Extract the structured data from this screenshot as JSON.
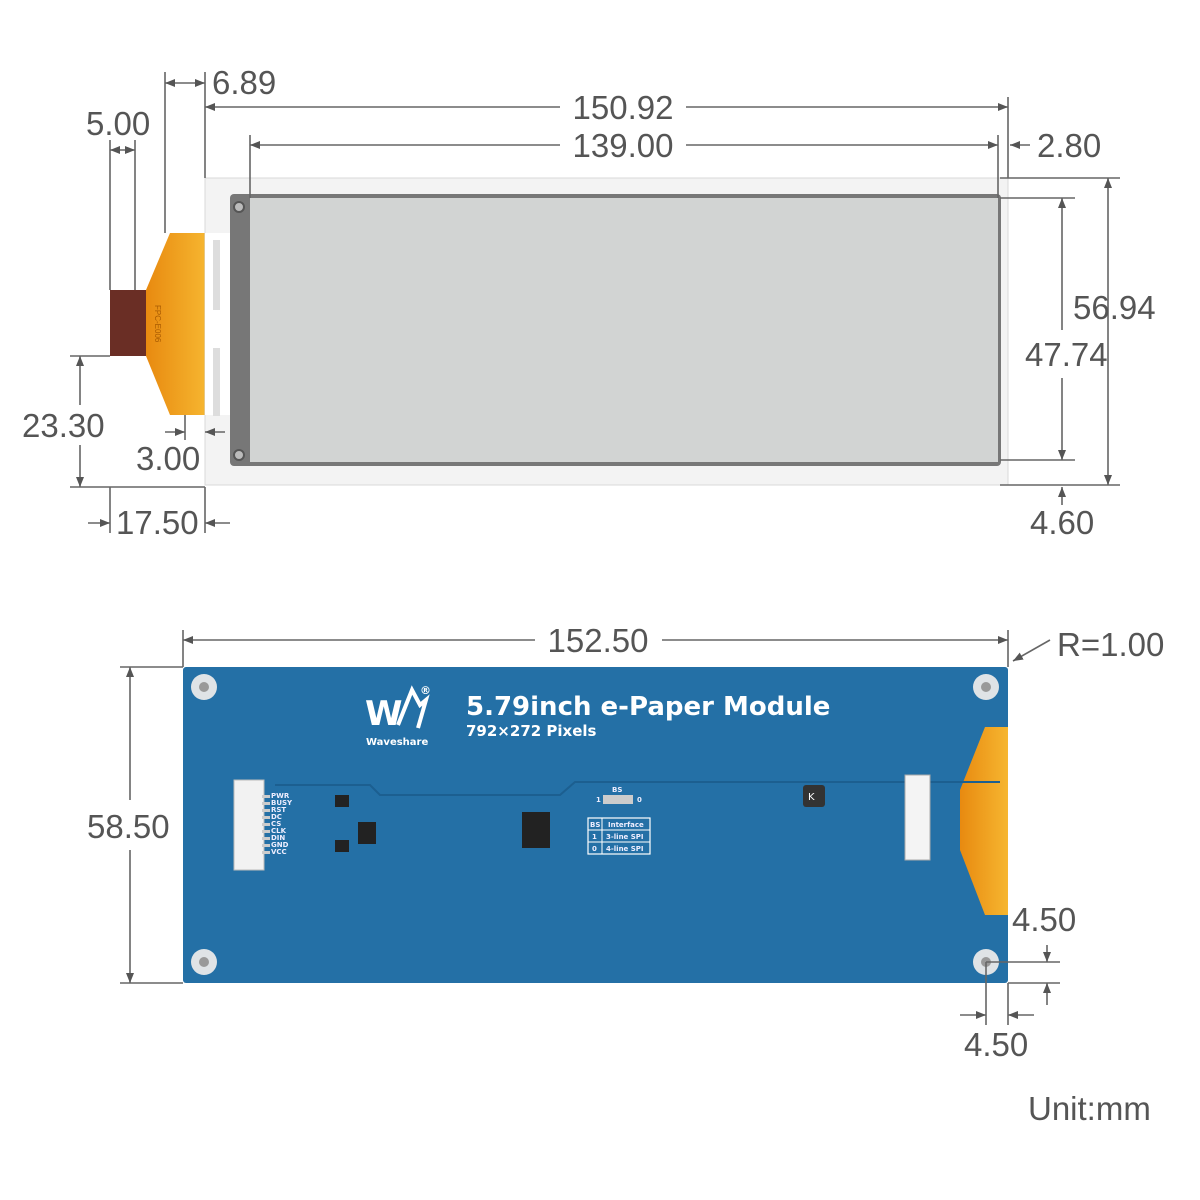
{
  "top_view": {
    "dimensions": {
      "fpc_offset": "6.89",
      "connector_width": "5.00",
      "outline_width": "150.92",
      "active_width": "139.00",
      "right_margin": "2.80",
      "outline_height": "56.94",
      "active_height": "47.74",
      "connector_bottom": "23.30",
      "fpc_bend": "3.00",
      "fpc_length": "17.50",
      "bottom_margin": "4.60"
    },
    "fpc_marking": "FPC-E006"
  },
  "bottom_view": {
    "dimensions": {
      "board_width": "152.50",
      "corner_radius": "R=1.00",
      "board_height": "58.50",
      "hole_offset_y": "4.50",
      "hole_offset_x": "4.50"
    },
    "brand": "Waveshare",
    "registered_mark": "®",
    "title": "5.79inch e-Paper Module",
    "subtitle": "792×272 Pixels",
    "pins": [
      "PWR",
      "BUSY",
      "RST",
      "DC",
      "CS",
      "CLK",
      "DIN",
      "GND",
      "VCC"
    ],
    "bs_label": "BS",
    "bs_one": "1",
    "bs_zero": "0",
    "bs_table": {
      "headers": [
        "BS",
        "Interface"
      ],
      "rows": [
        [
          "1",
          "3-line SPI"
        ],
        [
          "0",
          "4-line SPI"
        ]
      ]
    },
    "chip_marking": "K",
    "colors": {
      "pcb": "#2470a6",
      "fpc": "#f0a020"
    }
  },
  "unit_label": "Unit:mm"
}
